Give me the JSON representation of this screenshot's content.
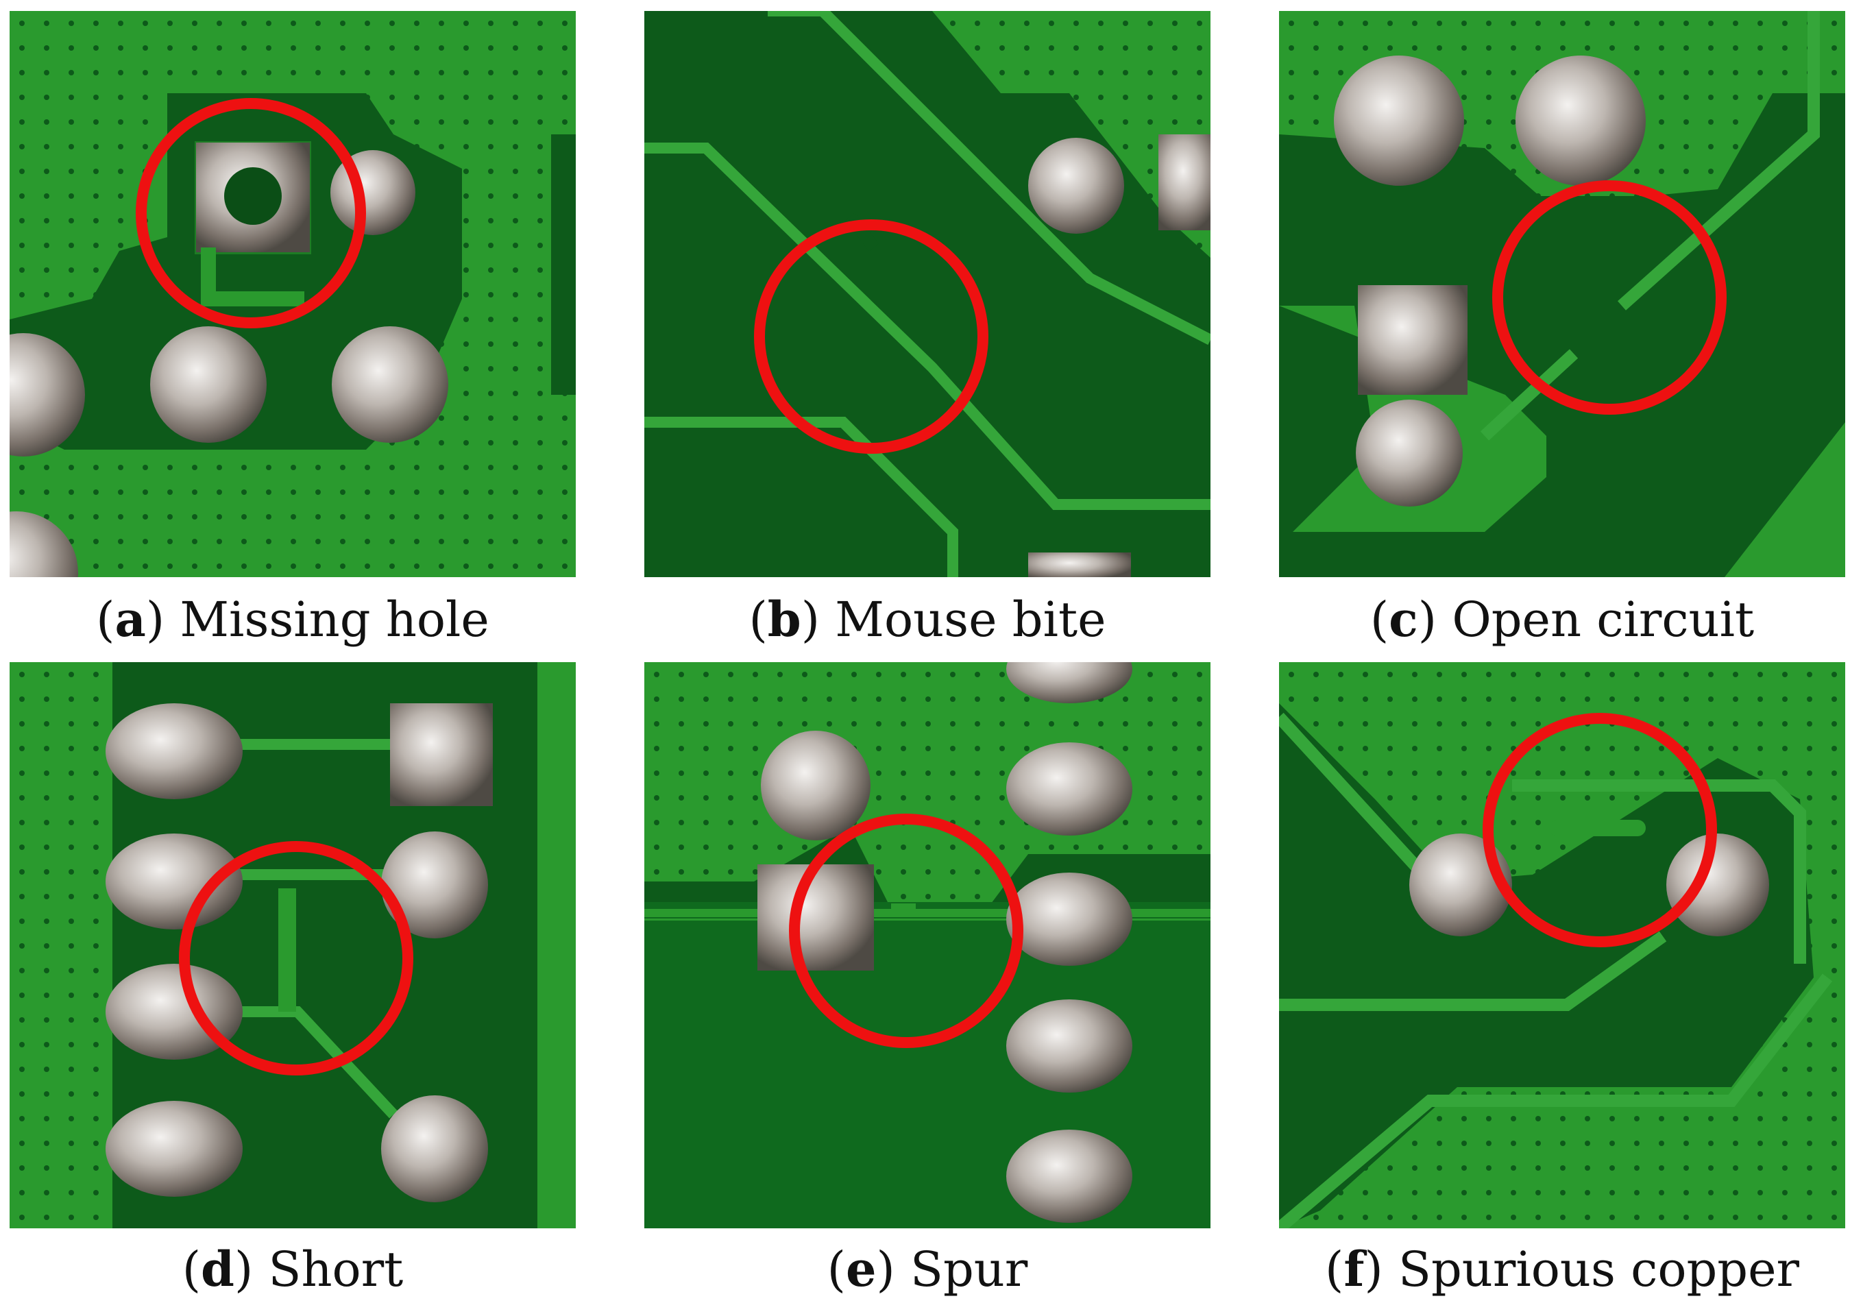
{
  "panels": [
    {
      "id": "a",
      "label": "a",
      "defect": "Missing hole"
    },
    {
      "id": "b",
      "label": "b",
      "defect": "Mouse bite"
    },
    {
      "id": "c",
      "label": "c",
      "defect": "Open circuit"
    },
    {
      "id": "d",
      "label": "d",
      "defect": "Short"
    },
    {
      "id": "e",
      "label": "e",
      "defect": "Spur"
    },
    {
      "id": "f",
      "label": "f",
      "defect": "Spurious copper"
    }
  ],
  "colors": {
    "board_copper": "#2a9a2e",
    "board_substrate": "#0d5a1a",
    "trace": "#35a63a",
    "solder_pad": "#c9c3bd",
    "marker_circle": "#ee1111"
  },
  "icons": {
    "marker": "red-circle-marker"
  }
}
